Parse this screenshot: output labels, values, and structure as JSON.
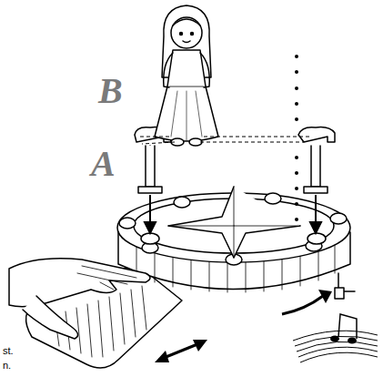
{
  "diagram": {
    "labels": [
      "B",
      "A",
      "st.",
      "n."
    ]
  }
}
